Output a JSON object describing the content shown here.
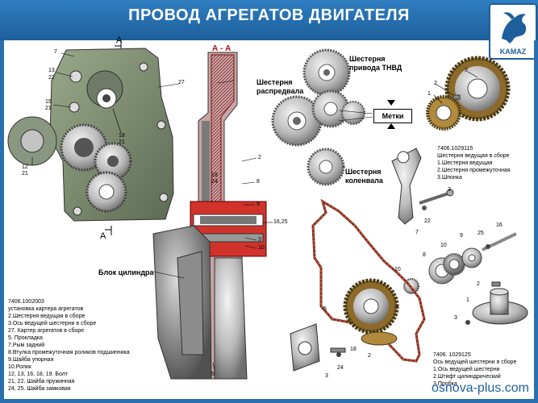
{
  "header": {
    "title": "ПРОВОД АГРЕГАТОВ ДВИГАТЕЛЯ",
    "logo_text": "KAMAZ",
    "bg_color": "#2f7ec1"
  },
  "section_labels": {
    "cut_a1": "A",
    "cut_a2": "A",
    "section_aa": "А - А",
    "block": "Блок цилиндра",
    "tnvd_gear": "Шестерня привода ТНВД",
    "dist_gear": "Шестерня распредвала",
    "crank_gear": "Шестерня коленвала",
    "metki": "Метки"
  },
  "callouts": {
    "c7": "7",
    "c13": "13",
    "c22": "22",
    "c19": "19",
    "c21a": "21",
    "c12": "12",
    "c21b": "21",
    "c18": "18",
    "c21c": "21",
    "c27": "27",
    "c2": "2",
    "c18b": "18",
    "c24": "24",
    "c8": "8",
    "c9": "9",
    "c1625": "16,25",
    "c3": "3",
    "c10": "10",
    "c5": "5",
    "r2": "2",
    "r3": "3",
    "r1": "1",
    "r3b": "3",
    "r22": "22",
    "r7": "7",
    "r16": "16",
    "r9": "9",
    "r25": "25",
    "r10": "10",
    "r8": "8",
    "r10b": "10",
    "r5": "5",
    "r2b": "2",
    "r2c": "2",
    "r1b": "1",
    "r3c": "3",
    "r3d": "3",
    "r24": "24",
    "r18": "18"
  },
  "legend_left": {
    "code": "7406.1002003",
    "lines": [
      "установка картера агрегатов",
      "2.Шестерня ведущая в сборе",
      "3.Ось ведущей шестерни в сборе",
      "27. Картер агрегатов в сборе",
      "5. Прокладка",
      "7.Рым задний",
      "8.Втулка промежуточная роликов подшипника",
      "9.Шайба упорная",
      "10.Ролик",
      "12, 13, 16, 18, 19. Болт",
      "21, 22. Шайба пружинная",
      "24, 25. Шайба замковая"
    ]
  },
  "legend_gear": {
    "code": "7406.1029115",
    "lines": [
      "Шестерня ведущая в сборе",
      "1.Шестерня ведущая",
      "2.Шестерня промежуточная",
      "3.Шпонка"
    ]
  },
  "legend_axle": {
    "code": "7406. 1029125",
    "lines": [
      "Ось ведущей шестерни в сборе",
      "1.Ось ведущей шестерни",
      "2.Штифт цилиндрический",
      "3.Пробка"
    ]
  },
  "footer": {
    "site": "osnova-plus.com"
  }
}
